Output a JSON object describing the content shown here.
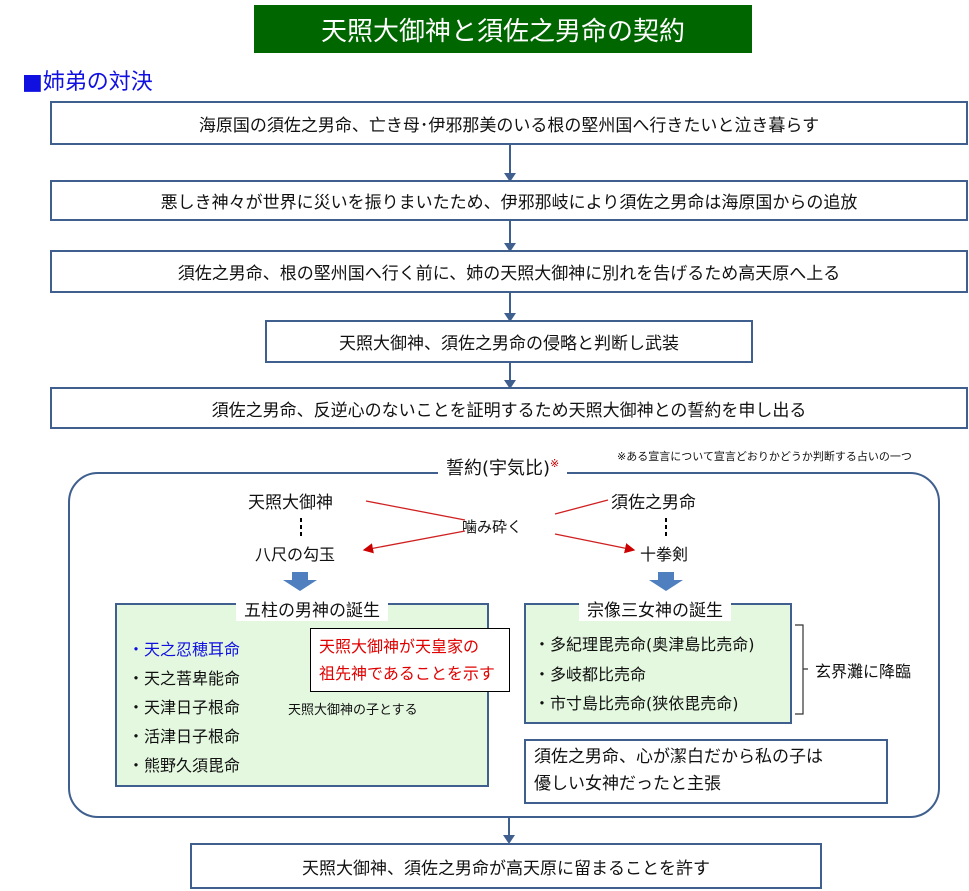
{
  "title": "天照大御神と須佐之男命の契約",
  "section": "■姉弟の対決",
  "steps": [
    "海原国の須佐之男命、亡き母･伊邪那美のいる根の堅州国へ行きたいと泣き暮らす",
    "悪しき神々が世界に災いを振りまいたため、伊邪那岐により須佐之男命は海原国からの追放",
    "須佐之男命、根の堅州国へ行く前に、姉の天照大御神に別れを告げるため高天原へ上る",
    "天照大御神、須佐之男命の侵略と判断し武装",
    "須佐之男命、反逆心のないことを証明するため天照大御神との誓約を申し出る"
  ],
  "oath": {
    "label": "誓約(宇気比)",
    "mark": "※",
    "note": "※ある宣言について宣言どおりかどうか判断する占いの一つ",
    "left_god": "天照大御神",
    "right_god": "須佐之男命",
    "action": "噛み砕く",
    "left_item": "八尺の勾玉",
    "right_item": "十拳剣",
    "male": {
      "label": "五柱の男神の誕生",
      "items": [
        "・天之忍穂耳命",
        "・天之菩卑能命",
        "・天津日子根命",
        "・活津日子根命",
        "・熊野久須毘命"
      ],
      "bracket_note": "天照大御神の子とする",
      "callout": [
        "天照大御神が天皇家の",
        "祖先神であることを示す"
      ]
    },
    "female": {
      "label": "宗像三女神の誕生",
      "items": [
        "・多紀理毘売命(奥津島比売命)",
        "・多岐都比売命",
        "・市寸島比売命(狭依毘売命)"
      ],
      "bracket_note": "玄界灘に降臨"
    },
    "claim": [
      "須佐之男命、心が潔白だから私の子は",
      "優しい女神だったと主張"
    ]
  },
  "conclusion": "天照大御神、須佐之男命が高天原に留まることを許す",
  "colors": {
    "title_bg": "#006600",
    "accent_blue": "#1010e0",
    "red": "#e00000",
    "border": "#3f5f8f",
    "green_bg": "#e4f8e0"
  }
}
